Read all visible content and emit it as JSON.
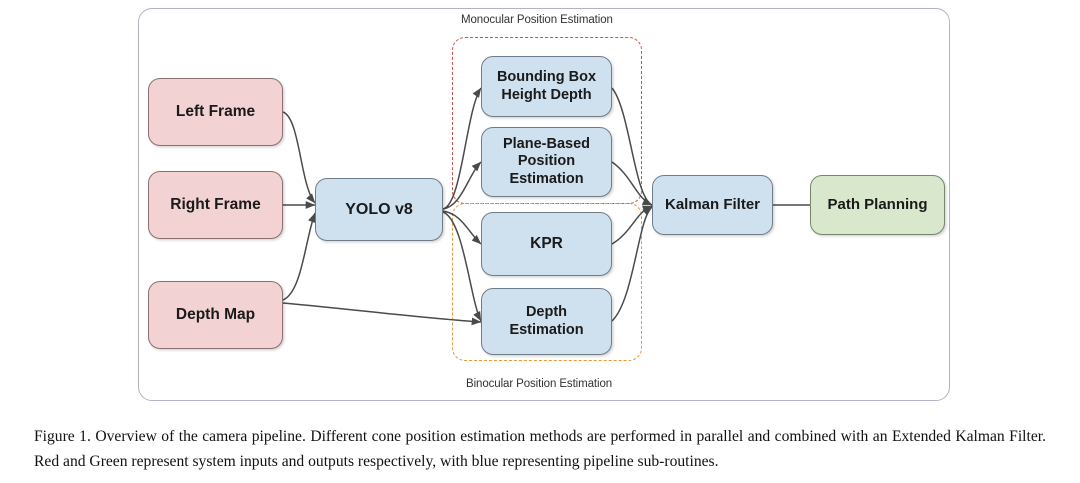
{
  "figure": {
    "caption_label": "Figure 1.",
    "caption_text": "Overview of the camera pipeline. Different cone position estimation methods are performed in parallel and combined with an Extended Kalman Filter. Red and Green represent system inputs and outputs respectively, with blue representing pipeline sub-routines."
  },
  "groups": {
    "monocular": {
      "label": "Monocular Position Estimation",
      "border_color": "#c9524a"
    },
    "binocular": {
      "label": "Binocular Position Estimation",
      "border_color": "#e59a36"
    }
  },
  "palette": {
    "input_fill": "#f2d2d2",
    "process_fill": "#cfe0ef",
    "output_fill": "#d9e8cc",
    "frame_border": "#b3b1c9",
    "edge_color": "#4a4a4a"
  },
  "nodes": {
    "left_frame": {
      "label": "Left Frame",
      "role": "input"
    },
    "right_frame": {
      "label": "Right Frame",
      "role": "input"
    },
    "depth_map": {
      "label": "Depth Map",
      "role": "input"
    },
    "yolo": {
      "label": "YOLO v8",
      "role": "process"
    },
    "bbox_height": {
      "label": "Bounding Box Height Depth",
      "role": "process"
    },
    "plane_based": {
      "label": "Plane-Based Position Estimation",
      "role": "process"
    },
    "kpr": {
      "label": "KPR",
      "role": "process"
    },
    "depth_est": {
      "label": "Depth Estimation",
      "role": "process"
    },
    "kalman": {
      "label": "Kalman Filter",
      "role": "process"
    },
    "path_planning": {
      "label": "Path Planning",
      "role": "output"
    }
  }
}
